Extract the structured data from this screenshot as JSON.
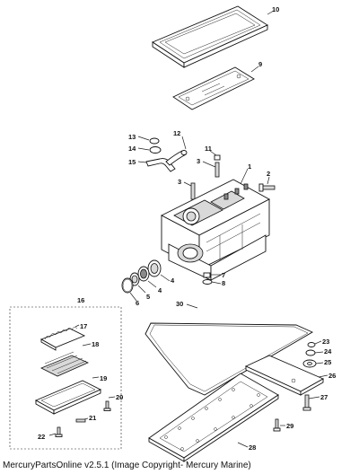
{
  "callouts": {
    "c1": "1",
    "c2": "2",
    "c3": "3",
    "c4a": "4",
    "c4b": "4",
    "c5": "5",
    "c6": "6",
    "c7": "7",
    "c8": "8",
    "c9": "9",
    "c10": "10",
    "c11": "11",
    "c12": "12",
    "c13": "13",
    "c14": "14",
    "c15": "15",
    "c16": "16",
    "c17": "17",
    "c18": "18",
    "c19": "19",
    "c20": "20",
    "c21": "21",
    "c22": "22",
    "c23": "23",
    "c24": "24",
    "c25": "25",
    "c26": "26",
    "c27": "27",
    "c28": "28",
    "c29": "29",
    "c30": "30"
  },
  "footer": {
    "text": "MercuryPartsOnline v2.5.1 (Image Copyright- Mercury Marine)"
  }
}
